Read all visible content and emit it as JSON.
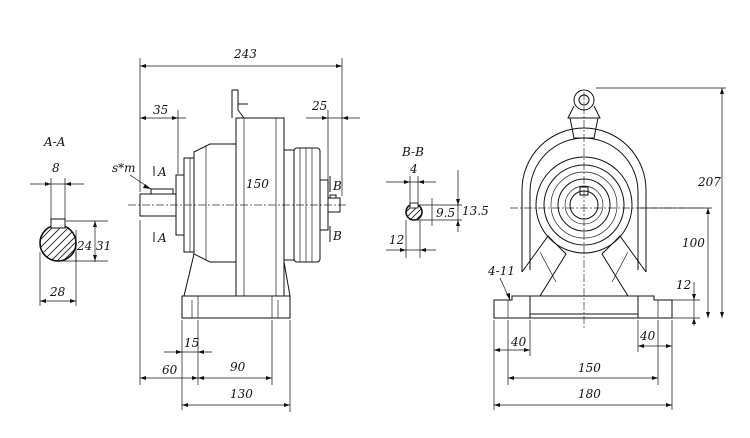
{
  "section_aa": {
    "title": "A-A",
    "key_width": "8",
    "key_depth": "24",
    "shaft_dia": "31",
    "total": "28",
    "key_callout": "s*m"
  },
  "front_view": {
    "overall_length": "243",
    "shaft_length": "35",
    "flange_offset": "25",
    "height_label": "150",
    "section_mark_a": "A",
    "section_mark_b": "B",
    "foot_gap": "15",
    "foot_center": "90",
    "foot_offset": "60",
    "base_length": "130"
  },
  "section_bb": {
    "title": "B-B",
    "key_width": "4",
    "shaft_dia": "9.5",
    "total": "13.5",
    "length": "12"
  },
  "side_view": {
    "overall_height": "207",
    "center_height": "100",
    "base_thickness": "12",
    "holes": "4-11",
    "foot_left": "40",
    "foot_right": "40",
    "hole_spacing": "150",
    "base_width": "180"
  }
}
